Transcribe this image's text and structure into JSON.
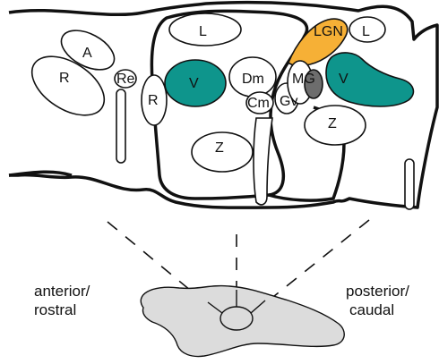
{
  "labels": {
    "L_left": "L",
    "LGN": "LGN",
    "L_right": "L",
    "A": "A",
    "R_left": "R",
    "Re": "Re",
    "V_left": "V",
    "Dm": "Dm",
    "MG": "MG",
    "V_right": "V",
    "R_mid": "R",
    "Cm": "Cm",
    "Gv": "Gv",
    "Z_right": "Z",
    "Z_left": "Z"
  },
  "captions": {
    "anterior_line1": "anterior/",
    "anterior_line2": "rostral",
    "posterior_line1": "posterior/",
    "posterior_line2": "caudal"
  },
  "colors": {
    "visual_area_teal": "#0e958c",
    "lgn_orange": "#f6b036",
    "mg_gray": "#6d6d6d",
    "brain_gray": "#dcdcdc",
    "outline": "#111111"
  }
}
